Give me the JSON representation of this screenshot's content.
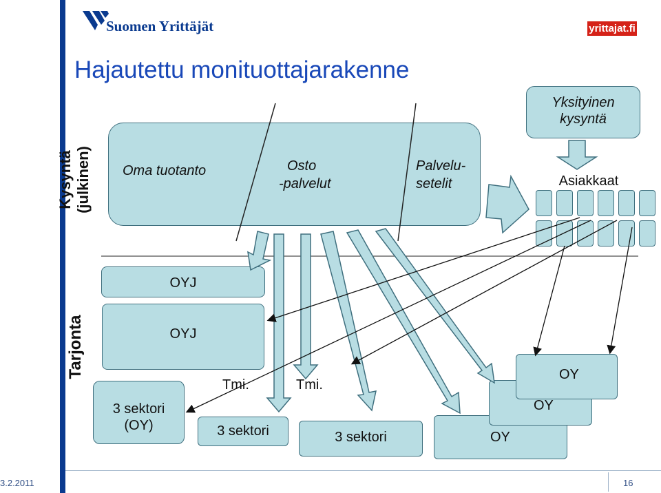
{
  "header": {
    "brand_logo_text": "Suomen Yrittäjät",
    "site_logo_text": "yrittajat.fi"
  },
  "title": "Hajautettu monituottajarakenne",
  "side_labels": {
    "demand": "Kysyntä",
    "demand_sub": "(julkinen)",
    "supply": "Tarjonta"
  },
  "demand_box": {
    "own_production": "Oma tuotanto",
    "purchase_line1": "Osto",
    "purchase_line2": "-palvelut",
    "voucher_line1": "Palvelu-",
    "voucher_line2": "setelit"
  },
  "private_demand": {
    "line1": "Yksityinen",
    "line2": "kysyntä"
  },
  "customers_label": "Asiakkaat",
  "providers": {
    "oyj1": "OYJ",
    "oyj2": "OYJ",
    "sector3_oy_line1": "3 sektori",
    "sector3_oy_line2": "(OY)",
    "tmi1": "Tmi.",
    "sector3_a": "3 sektori",
    "tmi2": "Tmi.",
    "sector3_b": "3 sektori",
    "oy1": "OY",
    "oy2": "OY",
    "oy3": "OY"
  },
  "footer": {
    "date": "3.2.2011",
    "page": "16"
  },
  "colors": {
    "title": "#1948b8",
    "box_fill": "#b8dde3",
    "box_border": "#3f6f7e",
    "left_bar": "#0a3a8f",
    "logo_red": "#d52218"
  }
}
